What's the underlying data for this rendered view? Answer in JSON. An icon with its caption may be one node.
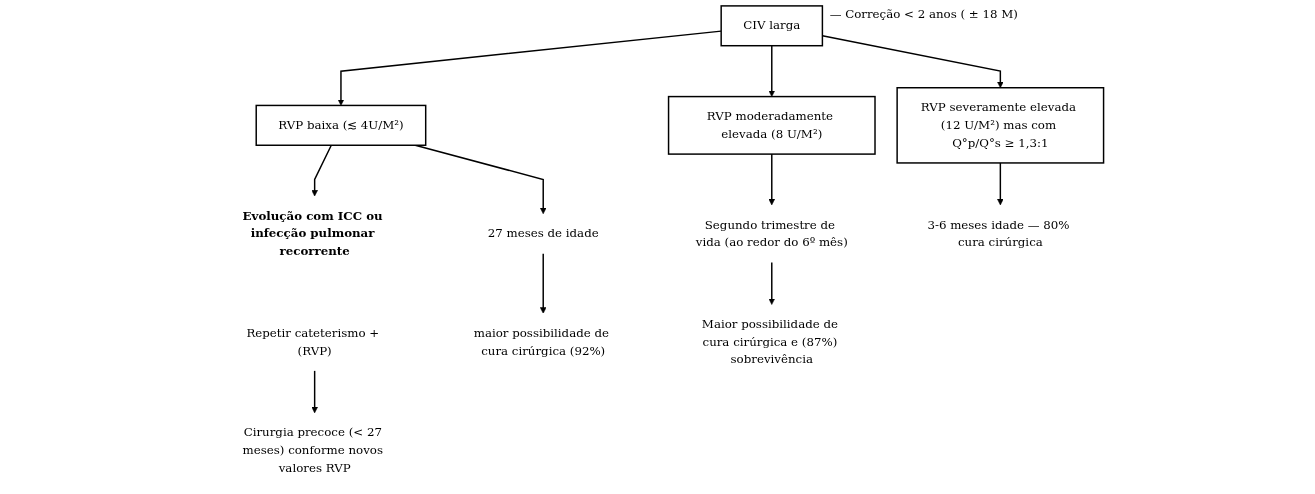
{
  "diagram": {
    "nodes": [
      {
        "text": [
          "CIV larga"
        ],
        "beside": [
          "— Correção < 2 anos ( ± 18 M)"
        ]
      },
      {
        "text": [
          "RVP baixa (≲ 4U/M²)"
        ]
      },
      {
        "text": [
          "RVP moderadamente elevada (8 U/M²)"
        ]
      },
      {
        "text": [
          "RVP severamente elevada (12 U/M²) mas com Q°p/Q°s ≥ 1,3:1"
        ]
      },
      {
        "text": [
          "Evolução com ICC ou infecção pulmonar recorrente"
        ]
      },
      {
        "text": [
          "27 meses de idade"
        ]
      },
      {
        "text": [
          "Segundo trimestre de vida (ao redor do 6º mês)"
        ]
      },
      {
        "text": [
          "3-6 meses idade — 80% cura cirúrgica"
        ]
      },
      {
        "text": [
          "Repetir cateterismo + (RVP)"
        ]
      },
      {
        "text": [
          "maior possibilidade de cura cirúrgica (92%)"
        ]
      },
      {
        "text": [
          "Maior possibilidade de cura cirúrgica e (87%) sobrevivência"
        ]
      },
      {
        "text": [
          "Cirurgia precoce (< 27 meses) conforme novos valores RVP"
        ]
      }
    ],
    "edges": [
      {
        "from": 0,
        "to": 1,
        "arrow": "to"
      },
      {
        "from": 0,
        "to": 2,
        "arrow": "to"
      },
      {
        "from": 0,
        "to": 3,
        "arrow": "to"
      },
      {
        "from": 1,
        "to": 4,
        "arrow": "to"
      },
      {
        "from": 1,
        "to": 5,
        "arrow": "to"
      },
      {
        "from": 2,
        "to": 6,
        "arrow": "to"
      },
      {
        "from": 3,
        "to": 7,
        "arrow": "to"
      },
      {
        "from": 5,
        "to": 9,
        "arrow": "to"
      },
      {
        "from": 6,
        "to": 10,
        "arrow": "to"
      },
      {
        "from": 8,
        "to": 11,
        "arrow": "to"
      }
    ]
  }
}
